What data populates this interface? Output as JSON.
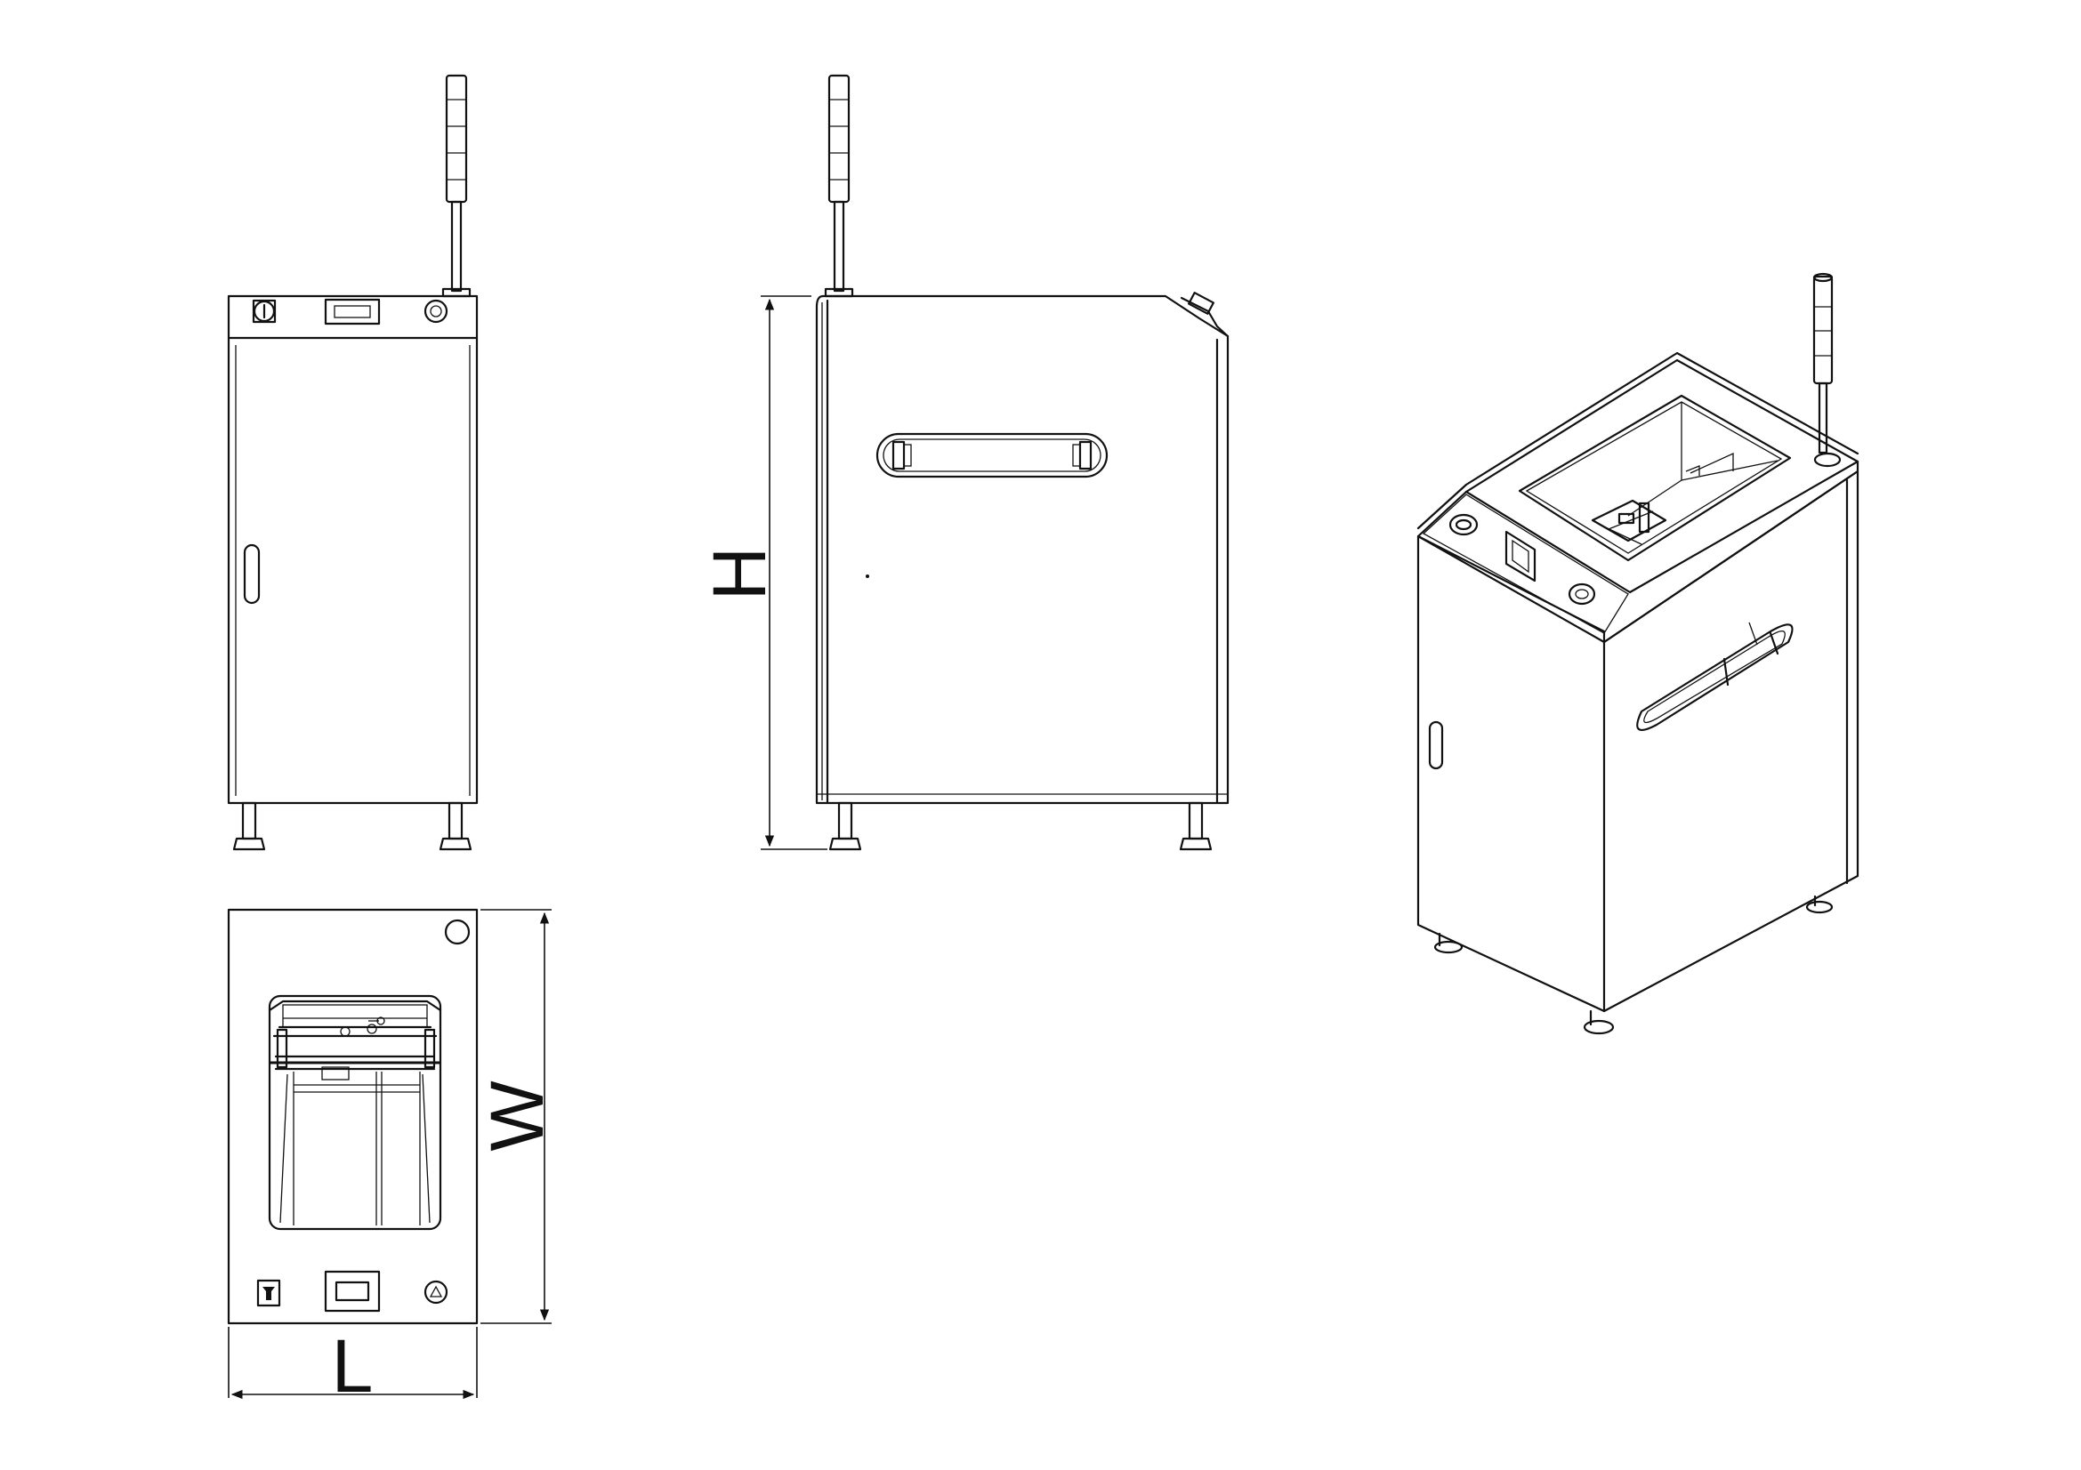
{
  "dimensions": {
    "height_label": "H",
    "width_label": "W",
    "length_label": "L"
  },
  "colors": {
    "line": "#111111",
    "background": "#ffffff"
  }
}
